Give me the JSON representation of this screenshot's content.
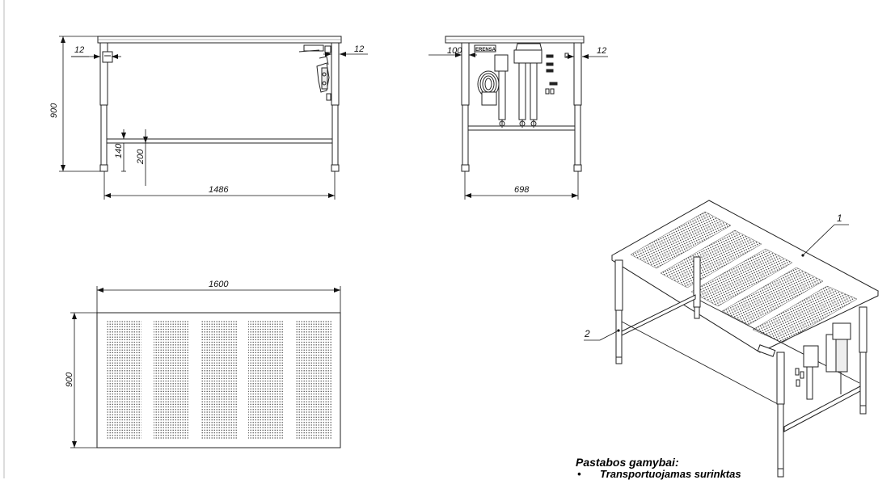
{
  "drawing": {
    "front_view": {
      "dim_overall_height": "900",
      "dim_left_offset": "12",
      "dim_right_offset": "12",
      "dim_rail_height": "140",
      "dim_rail_top": "200",
      "dim_leg_span": "1486"
    },
    "side_view": {
      "dim_left_offset": "100",
      "dim_right_offset": "12",
      "dim_leg_span": "698",
      "badge_text": "ERENSA"
    },
    "top_view": {
      "dim_width": "1600",
      "dim_depth": "900"
    },
    "iso_view": {
      "callout_1": "1",
      "callout_2": "2"
    }
  },
  "notes": {
    "heading": "Pastabos gamybai:",
    "items": [
      "Transportuojamas surinktas"
    ]
  }
}
